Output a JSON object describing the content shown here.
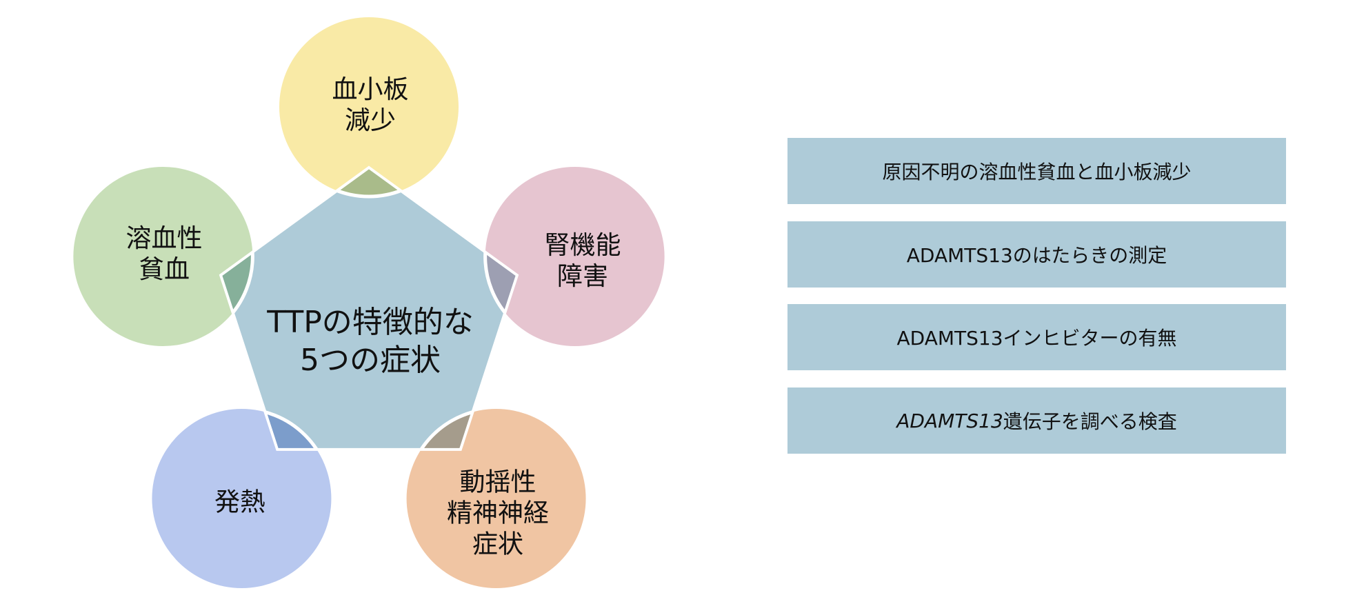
{
  "center_label": "TTPの特徴的な\n5つの症状",
  "symptoms": [
    {
      "label": "血小板\n減少",
      "color": "#f9eaa6",
      "overlap_color": "#a9bb8a"
    },
    {
      "label": "腎機能\n障害",
      "color": "#e6c5d0",
      "overlap_color": "#9d9fb2"
    },
    {
      "label": "動揺性\n精神神経\n症状",
      "color": "#f0c5a3",
      "overlap_color": "#a59c8c"
    },
    {
      "label": "発熱",
      "color": "#b8c8ef",
      "overlap_color": "#7c9dcb"
    },
    {
      "label": "溶血性\n貧血",
      "color": "#c8dfb8",
      "overlap_color": "#86b09a"
    }
  ],
  "pentagon_color": "#aecbd8",
  "tests": [
    {
      "text": "原因不明の溶血性貧血と血小板減少"
    },
    {
      "text": "ADAMTS13のはたらきの測定"
    },
    {
      "text": "ADAMTS13インヒビターの有無"
    },
    {
      "italic": "ADAMTS13",
      "text": "遺伝子を調べる検査"
    }
  ]
}
